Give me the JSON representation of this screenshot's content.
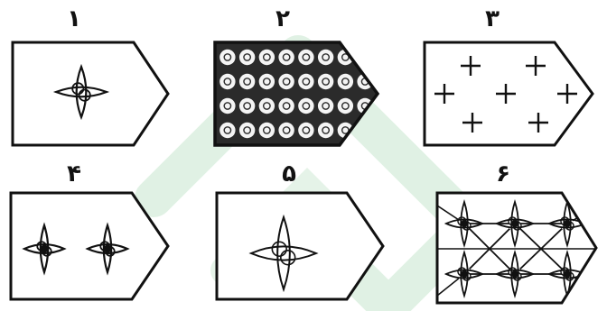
{
  "colors": {
    "ink": "#111111",
    "paper": "#ffffff",
    "watermark": "#cfe9d6",
    "grid_fill": "#2b2b2b",
    "grid_cell": "#f4f4f4"
  },
  "figures": [
    {
      "label": "۱",
      "pattern": "single-small-four-point-star"
    },
    {
      "label": "۲",
      "pattern": "dense-grid-of-flowers"
    },
    {
      "label": "۳",
      "pattern": "scattered-plus-signs"
    },
    {
      "label": "۴",
      "pattern": "two-four-point-stars"
    },
    {
      "label": "۵",
      "pattern": "single-large-four-point-star"
    },
    {
      "label": "۶",
      "pattern": "six-stars-with-lattice-lines"
    }
  ]
}
